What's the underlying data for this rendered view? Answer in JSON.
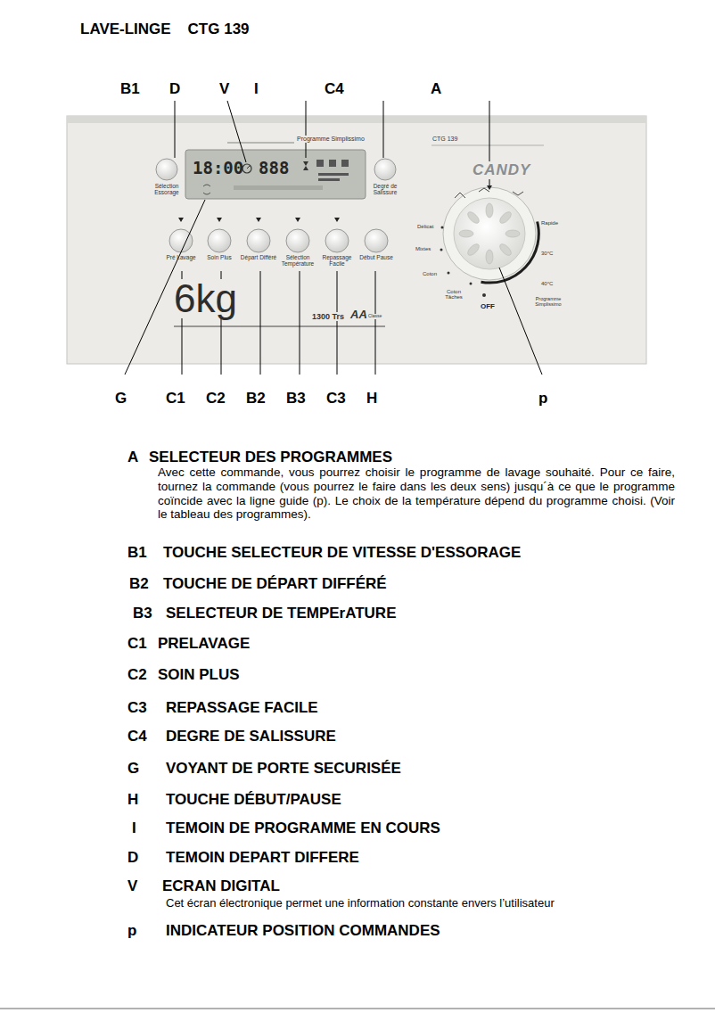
{
  "diagram": {
    "title": "LAVE-LINGE    CTG 139",
    "nodes": [
      {
        "text": [
          "Programme Simplissimo",
          "CTG 139",
          "CANDY",
          "6kg",
          "1300 Trs",
          "AA",
          "Classe"
        ]
      },
      {
        "text": [
          "Sélection Essorage"
        ],
        "in": 0
      },
      {
        "text": [
          "18:00",
          "888"
        ],
        "in": 0
      },
      {
        "text": [
          "Degré de Salissure"
        ],
        "in": 0
      },
      {
        "text": [
          "Délicat",
          "Mixtes",
          "Coton",
          "Coton Tâches",
          "OFF",
          "Rapide",
          "30°C",
          "40°C",
          "Programme Simplissimo"
        ],
        "in": 0
      },
      {
        "text": [
          "Pré Lavage"
        ],
        "in": 0
      },
      {
        "text": [
          "Soin Plus"
        ],
        "in": 0
      },
      {
        "text": [
          "Départ Différé"
        ],
        "in": 0
      },
      {
        "text": [
          "Sélection Température"
        ],
        "in": 0
      },
      {
        "text": [
          "Repassage Facile"
        ],
        "in": 0
      },
      {
        "text": [
          "Début Pause"
        ],
        "in": 0
      }
    ],
    "labels": [
      "B1",
      "D",
      "V",
      "I",
      "C4",
      "A",
      "G",
      "C1",
      "C2",
      "B2",
      "B3",
      "C3",
      "H",
      "p",
      "A",
      "SELECTEUR DES PROGRAMMES",
      "Avec cette commande, vous pourrez choisir le programme de lavage souhaité. Pour ce faire, tournez la commande (vous pourrez le faire dans les deux sens) jusqu´à ce que le programme coïncide avec la ligne guide (p). Le choix de la température dépend du programme choisi. (Voir le tableau des programmes).",
      "B1",
      "TOUCHE SELECTEUR DE VITESSE D'ESSORAGE",
      "B2",
      "TOUCHE DE DÉPART DIFFÉRÉ",
      "B3",
      "SELECTEUR DE TEMPErATURE",
      "C1",
      "PRELAVAGE",
      "C2",
      "SOIN PLUS",
      "C3",
      "REPASSAGE FACILE",
      "C4",
      "DEGRE DE SALISSURE",
      "G",
      "VOYANT DE PORTE SECURISÉE",
      "H",
      "TOUCHE DÉBUT/PAUSE",
      "I",
      "TEMOIN DE PROGRAMME EN COURS",
      "D",
      "TEMOIN DEPART DIFFERE",
      "V",
      "ECRAN DIGITAL",
      "Cet écran électronique permet une information constante envers l’utilisateur",
      "p",
      "INDICATEUR POSITION COMMANDES"
    ]
  }
}
